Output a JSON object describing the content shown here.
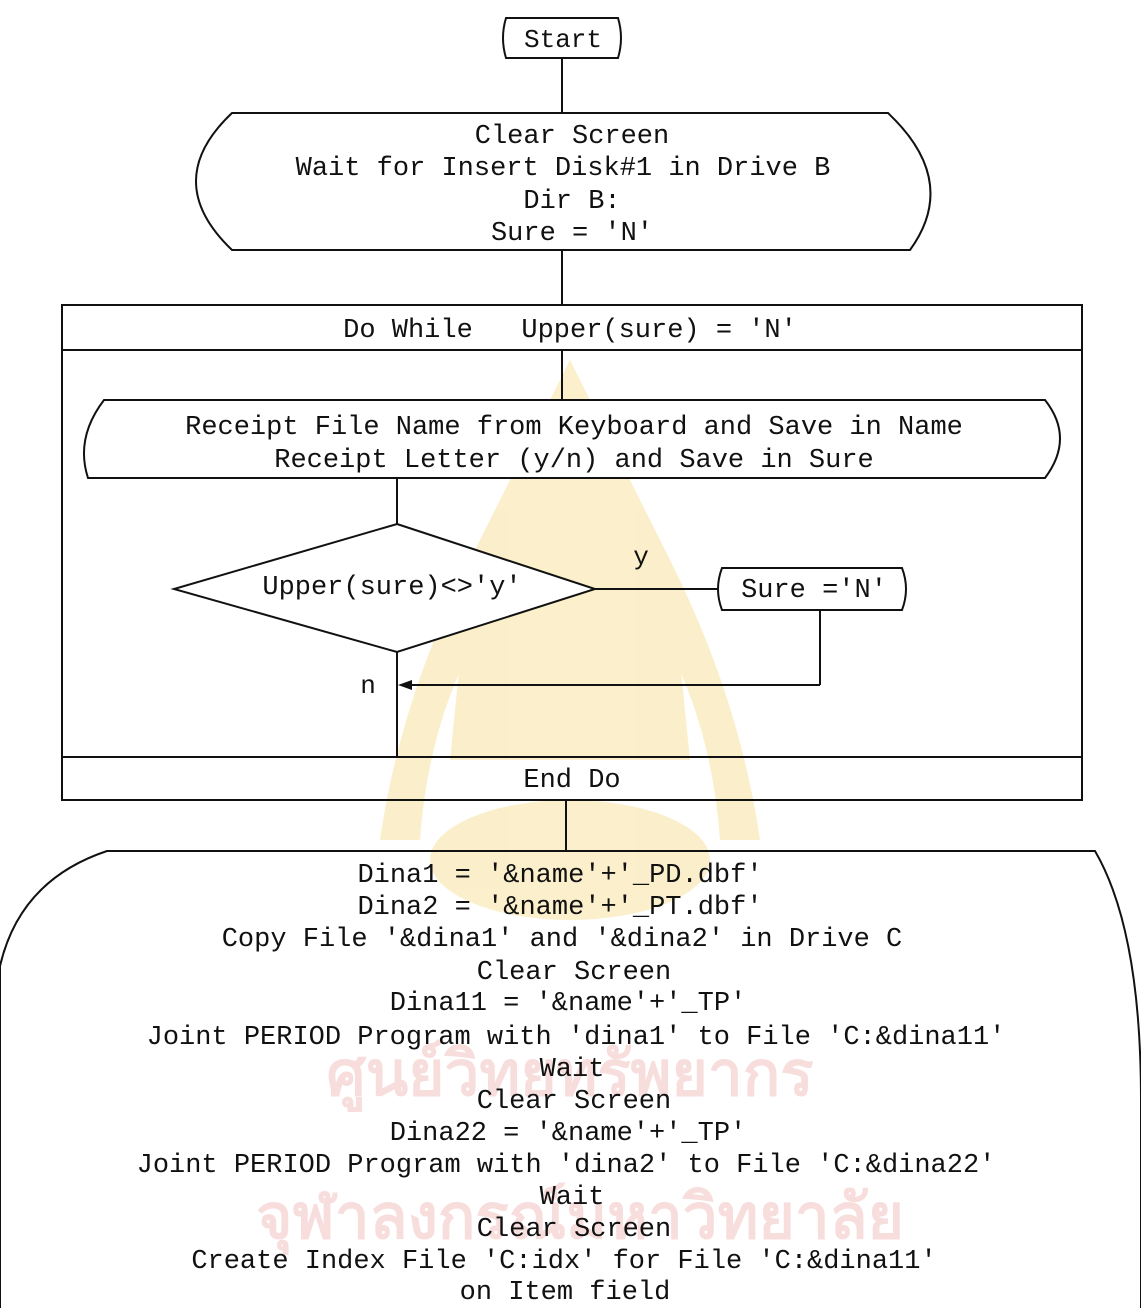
{
  "watermark": {
    "line1": "ศูนย์วิทยทรัพยากร",
    "line2": "จุฬาลงกรณ์มหาวิทยาลัย",
    "seal_color": "#f3d36a",
    "text_color": "#f1b6b6"
  },
  "start": {
    "label": "Start"
  },
  "init_box": {
    "lines": [
      "Clear Screen",
      "Wait for Insert Disk#1 in Drive B",
      "Dir B:",
      "Sure = 'N'"
    ]
  },
  "loop": {
    "header": "Do While   Upper(sure) = 'N'",
    "footer": "End Do",
    "input_box": {
      "lines": [
        "Receipt File Name from Keyboard and Save in Name",
        "Receipt Letter (y/n) and Save in Sure"
      ]
    },
    "decision": {
      "label": "Upper(sure)<>'y'",
      "yes_label": "y",
      "no_label": "n"
    },
    "assign_box": {
      "label": "Sure ='N'"
    }
  },
  "final_box": {
    "lines": [
      "Dina1 = '&name'+'_PD.dbf'",
      "Dina2 = '&name'+'_PT.dbf'",
      "Copy File '&dina1' and '&dina2' in Drive C",
      "Clear Screen",
      "Dina11 = '&name'+'_TP'",
      "Joint PERIOD Program with 'dina1' to File 'C:&dina11'",
      "Wait",
      "Clear Screen",
      "Dina22 = '&name'+'_TP'",
      "Joint PERIOD Program with 'dina2' to File 'C:&dina22'",
      "Wait",
      "Clear Screen",
      "Create Index File 'C:idx' for File 'C:&dina11'",
      "on Item field"
    ]
  }
}
